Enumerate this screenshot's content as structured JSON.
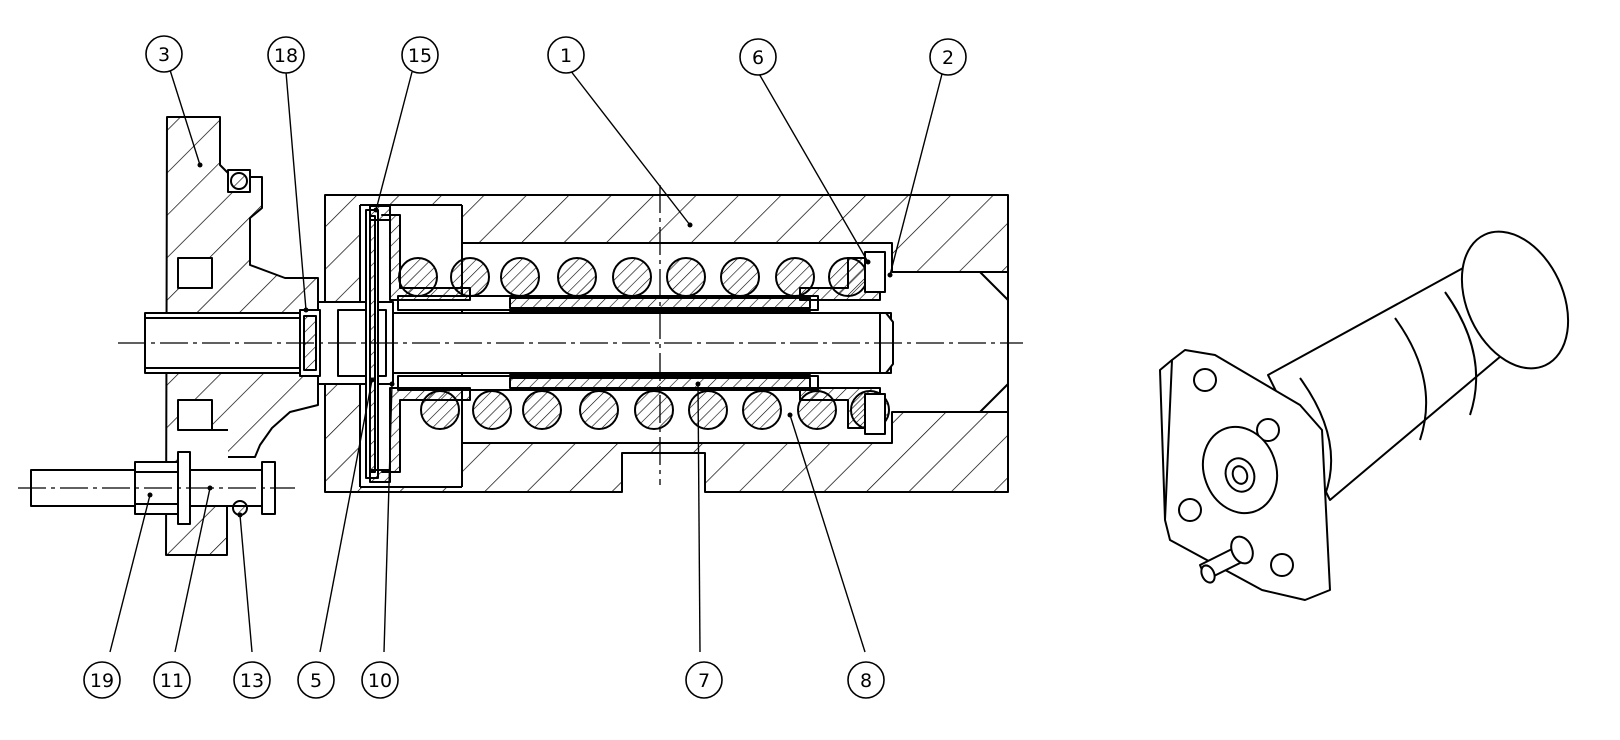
{
  "colors": {
    "line": "#000000",
    "background": "#ffffff"
  },
  "callouts": {
    "top": [
      "3",
      "18",
      "15",
      "1",
      "6",
      "2"
    ],
    "bottom": [
      "19",
      "11",
      "13",
      "5",
      "10",
      "7",
      "8"
    ]
  }
}
